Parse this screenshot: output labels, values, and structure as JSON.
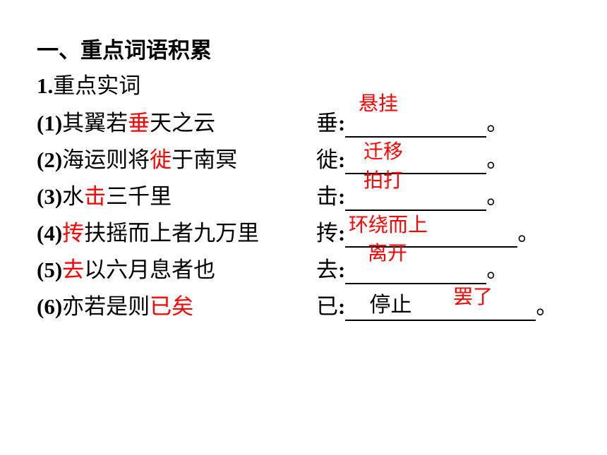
{
  "heading": "一、重点词语积累",
  "subheading": {
    "num": "1.",
    "text": "重点实词"
  },
  "items": [
    {
      "num": "(1)",
      "pre": "其翼若",
      "key": "垂",
      "post": "天之云",
      "char": "垂",
      "colon": ":",
      "blank_text": "",
      "period": "。",
      "answer": "悬挂"
    },
    {
      "num": "(2)",
      "pre": "海运则将",
      "key": "徙",
      "post": "于南冥",
      "char": "徙",
      "colon": ":",
      "blank_text": "",
      "period": "。",
      "answer": "迁移"
    },
    {
      "num": "(3)",
      "pre": "水",
      "key": "击",
      "post": "三千里",
      "char": "击",
      "colon": ":",
      "blank_text": "",
      "period": "。",
      "answer": "拍打"
    },
    {
      "num": "(4)",
      "pre": "",
      "key": "抟",
      "post": "扶摇而上者九万里",
      "char": "抟",
      "colon": ":",
      "blank_text": "",
      "period": "。",
      "answer": "环绕而上"
    },
    {
      "num": "(5)",
      "pre": "",
      "key": "去",
      "post": "以六月息者也",
      "char": "去",
      "colon": ":",
      "blank_text": "",
      "period": "。",
      "answer": "离开"
    },
    {
      "num": "(6)",
      "pre": "亦若是则",
      "key": "已矣",
      "post": "",
      "char": "已",
      "colon": ":",
      "blank_text": "停止",
      "period": "。",
      "answer": "罢了"
    }
  ],
  "colors": {
    "highlight": "#ff0000",
    "text": "#000000"
  }
}
